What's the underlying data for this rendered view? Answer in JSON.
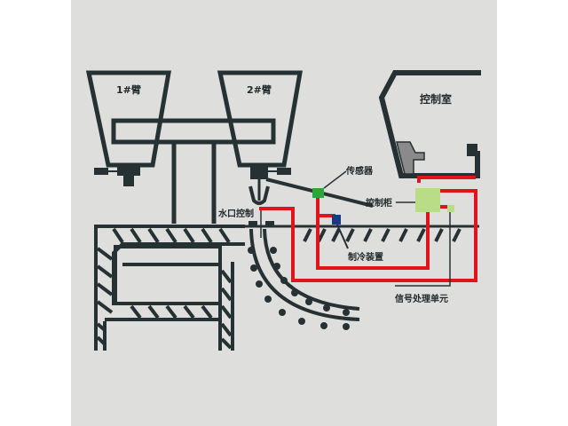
{
  "colors": {
    "background": "#dededc",
    "outer_background": "#ffffff",
    "line_dark": "#263133",
    "signal_red": "#e0141c",
    "sensor_green": "#2fa43c",
    "control_cabinet_green": "#b9dc86",
    "cooling_blue": "#1d3a78",
    "gray_fill": "#8a8a8a"
  },
  "labels": {
    "tundish_1": "1#臂",
    "tundish_2": "2#臂",
    "control_room": "控制室",
    "sensor": "传感器",
    "control_cabinet": "控制柜",
    "nozzle_control": "水口控制",
    "cooling_device": "制冷装置",
    "signal_processing_unit": "信号处理单元"
  }
}
